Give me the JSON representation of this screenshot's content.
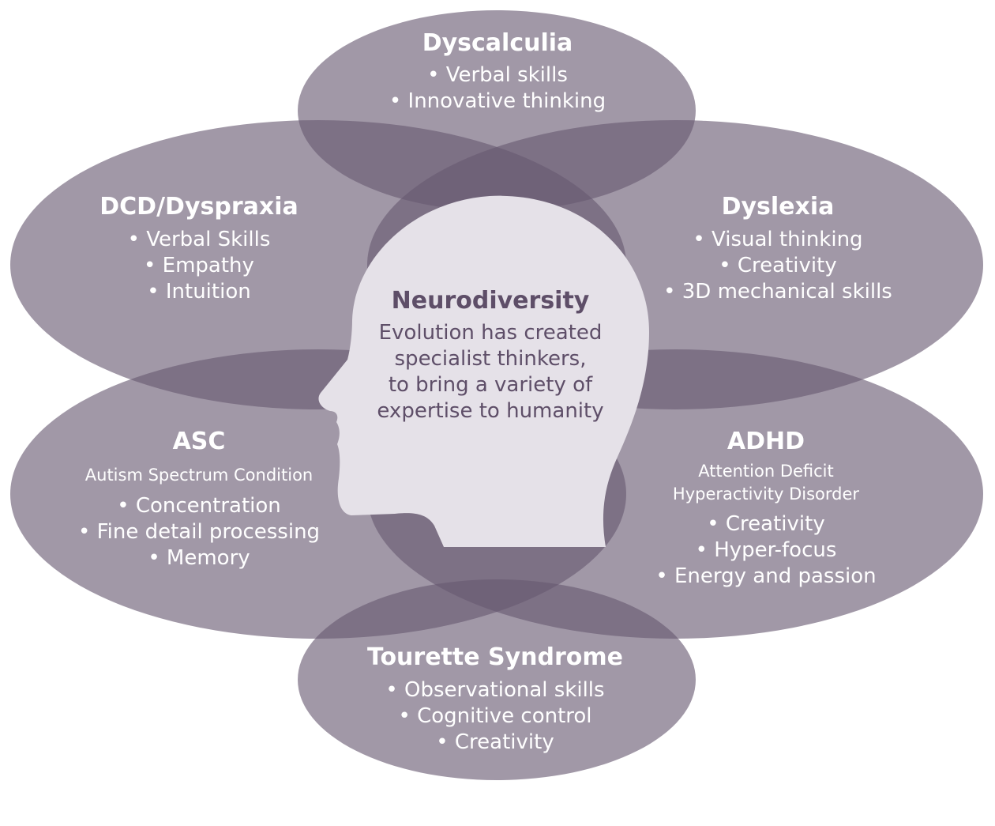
{
  "center": {
    "title": "Neurodiversity",
    "lines": [
      "Evolution has created",
      "specialist thinkers,",
      "to bring a variety of",
      "expertise to humanity"
    ]
  },
  "conditions": {
    "dyscalculia": {
      "title": "Dyscalculia",
      "traits": [
        "Verbal skills",
        "Innovative thinking"
      ]
    },
    "dcd": {
      "title": "DCD/Dyspraxia",
      "traits": [
        "Verbal Skills",
        "Empathy",
        "Intuition"
      ]
    },
    "dyslexia": {
      "title": "Dyslexia",
      "traits": [
        "Visual thinking",
        "Creativity",
        "3D mechanical skills"
      ]
    },
    "asc": {
      "title": "ASC",
      "subtitle": "Autism Spectrum Condition",
      "traits": [
        "Concentration",
        "Fine detail processing",
        "Memory"
      ]
    },
    "adhd": {
      "title": "ADHD",
      "subtitle_lines": [
        "Attention Deficit",
        "Hyperactivity Disorder"
      ],
      "traits": [
        "Creativity",
        "Hyper-focus",
        "Energy and passion"
      ]
    },
    "tourette": {
      "title": "Tourette Syndrome",
      "traits": [
        "Observational skills",
        "Cognitive control",
        "Creativity"
      ]
    }
  },
  "colors": {
    "ellipse": "#675871",
    "head": "#e5e1e8",
    "center_text": "#5e4e68",
    "label_text": "#ffffff"
  }
}
